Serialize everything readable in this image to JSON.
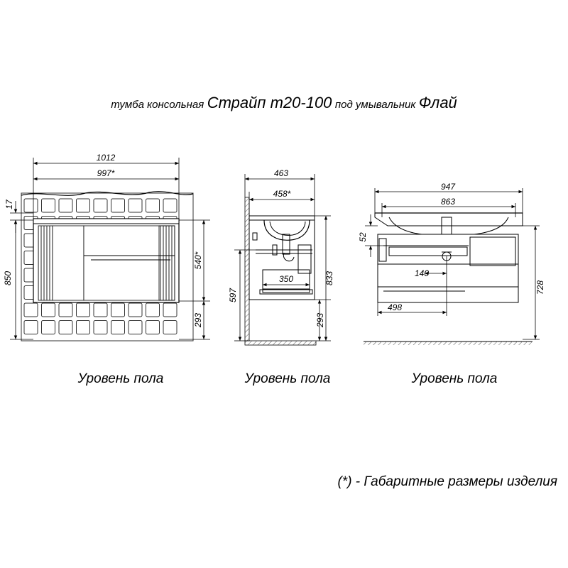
{
  "title": {
    "part1": "тумба консольная",
    "part2": "Страйп т20-100",
    "part3": "под умывальник",
    "part4": "Флай"
  },
  "front_view": {
    "width_total": "1012",
    "width_body": "997*",
    "height_top": "17",
    "height_total": "850",
    "height_body": "540*",
    "height_floor": "293"
  },
  "side_view": {
    "depth_total": "463",
    "depth_body": "458*",
    "depth_drawer": "350",
    "height_597": "597",
    "height_833": "833",
    "height_floor": "293"
  },
  "top_view": {
    "width_total": "947",
    "width_inner": "863",
    "height_52": "52",
    "width_140": "140",
    "width_498": "498",
    "height_728": "728"
  },
  "floor_labels": [
    "Уровень пола",
    "Уровень пола",
    "Уровень пола"
  ],
  "footnote": "(*) - Габаритные размеры изделия",
  "colors": {
    "line": "#000000",
    "hatch": "#555555",
    "tile": "#333333"
  }
}
